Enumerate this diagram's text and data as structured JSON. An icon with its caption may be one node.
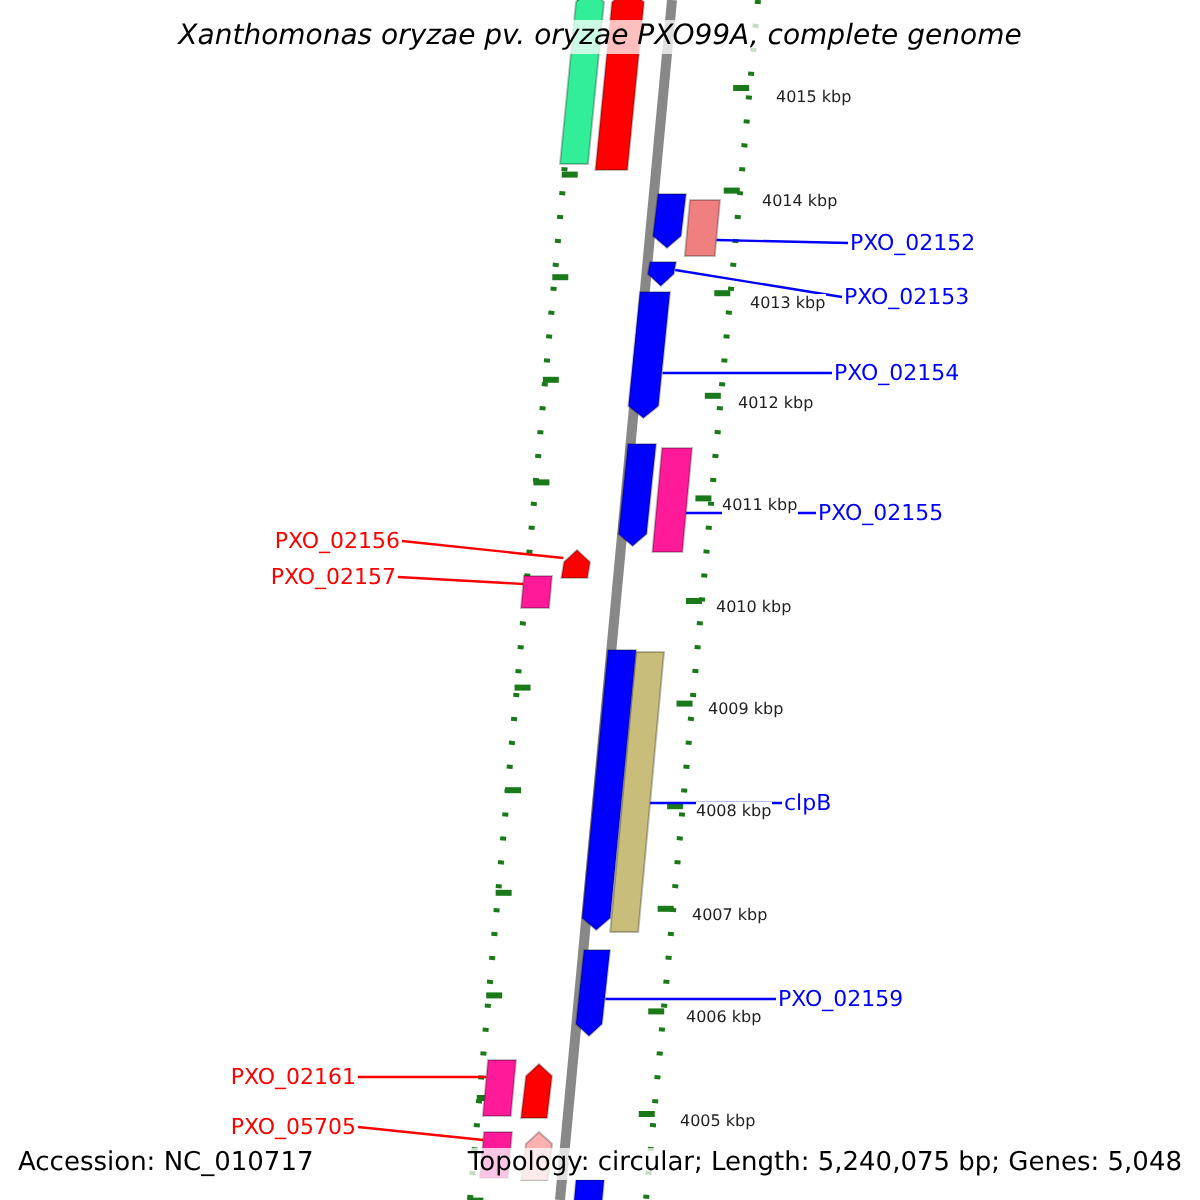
{
  "diagram": {
    "title": "Xanthomonas oryzae pv. oryzae PXO99A, complete genome",
    "nodes": [
      {
        "text": [
          "PXO_02152"
        ]
      },
      {
        "text": [],
        "shape": "bar"
      },
      {
        "text": [
          "PXO_02153"
        ]
      },
      {
        "text": [],
        "shape": "bar"
      },
      {
        "text": [
          "PXO_02154"
        ]
      },
      {
        "text": [],
        "shape": "bar"
      },
      {
        "text": [
          "PXO_02155"
        ]
      },
      {
        "text": [],
        "shape": "bar"
      },
      {
        "text": [
          "PXO_02156"
        ]
      },
      {
        "text": [],
        "shape": "bar"
      },
      {
        "text": [
          "PXO_02157"
        ]
      },
      {
        "text": [],
        "shape": "bar"
      },
      {
        "text": [
          "clpB"
        ]
      },
      {
        "text": [],
        "shape": "bar"
      },
      {
        "text": [
          "PXO_02159"
        ]
      },
      {
        "text": [],
        "shape": "bar"
      },
      {
        "text": [
          "PXO_02161"
        ]
      },
      {
        "text": [],
        "shape": "bar"
      },
      {
        "text": [
          "PXO_05705"
        ]
      },
      {
        "text": [],
        "shape": "bar"
      },
      {
        "text": [],
        "shape": "bar"
      },
      {
        "text": [],
        "shape": "bar"
      },
      {
        "text": [],
        "shape": "bar"
      },
      {
        "text": [],
        "shape": "bar"
      },
      {
        "text": [],
        "shape": "bar"
      },
      {
        "text": [],
        "shape": "bar"
      },
      {
        "text": [],
        "shape": "bar"
      },
      {
        "text": [],
        "shape": "bar"
      }
    ],
    "edges": [
      {
        "from": 0,
        "to": 1,
        "arrow": "none"
      },
      {
        "from": 2,
        "to": 3,
        "arrow": "none"
      },
      {
        "from": 4,
        "to": 5,
        "arrow": "none"
      },
      {
        "from": 6,
        "to": 7,
        "arrow": "none"
      },
      {
        "from": 8,
        "to": 9,
        "arrow": "none",
        "color": "#ff0000"
      },
      {
        "from": 10,
        "to": 11,
        "arrow": "none",
        "color": "#ff0000"
      },
      {
        "from": 12,
        "to": 13,
        "arrow": "none"
      },
      {
        "from": 14,
        "to": 15,
        "arrow": "none"
      },
      {
        "from": 16,
        "to": 17,
        "arrow": "none",
        "color": "#ff0000"
      },
      {
        "from": 18,
        "to": 19,
        "arrow": "none",
        "color": "#ff0000"
      }
    ],
    "labels": [
      "4015 kbp",
      "4014 kbp",
      "4013 kbp",
      "4012 kbp",
      "4011 kbp",
      "4010 kbp",
      "4009 kbp",
      "4008 kbp",
      "4007 kbp",
      "4006 kbp",
      "4005 kbp",
      "Accession: NC_010717",
      "Topology: circular; Length: 5,240,075 bp; Genes: 5,048"
    ]
  }
}
